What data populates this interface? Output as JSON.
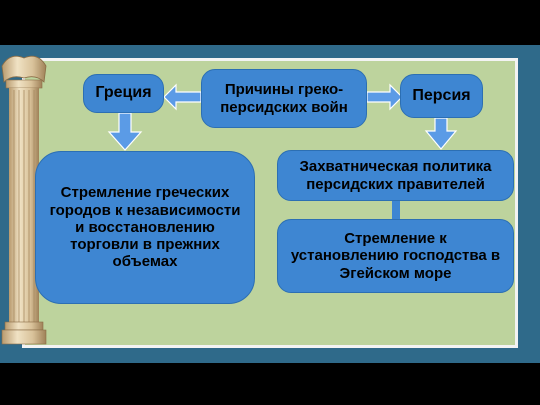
{
  "diagram": {
    "center": "Причины греко-персидских войн",
    "left_header": "Греция",
    "right_header": "Персия",
    "left_detail": "Стремление греческих городов к независимости и восстановлению торговли в прежних объемах",
    "right_detail_1": "Захватническая политика персидских правителей",
    "right_detail_2": "Стремление к установлению господства в Эгейском море"
  },
  "colors": {
    "box": "#3e86d2",
    "panel": "#bdd39d",
    "slide": "#2f6a8a",
    "arrow": "#5b9be6"
  },
  "decor": {
    "left_image": "greek-column-icon"
  }
}
